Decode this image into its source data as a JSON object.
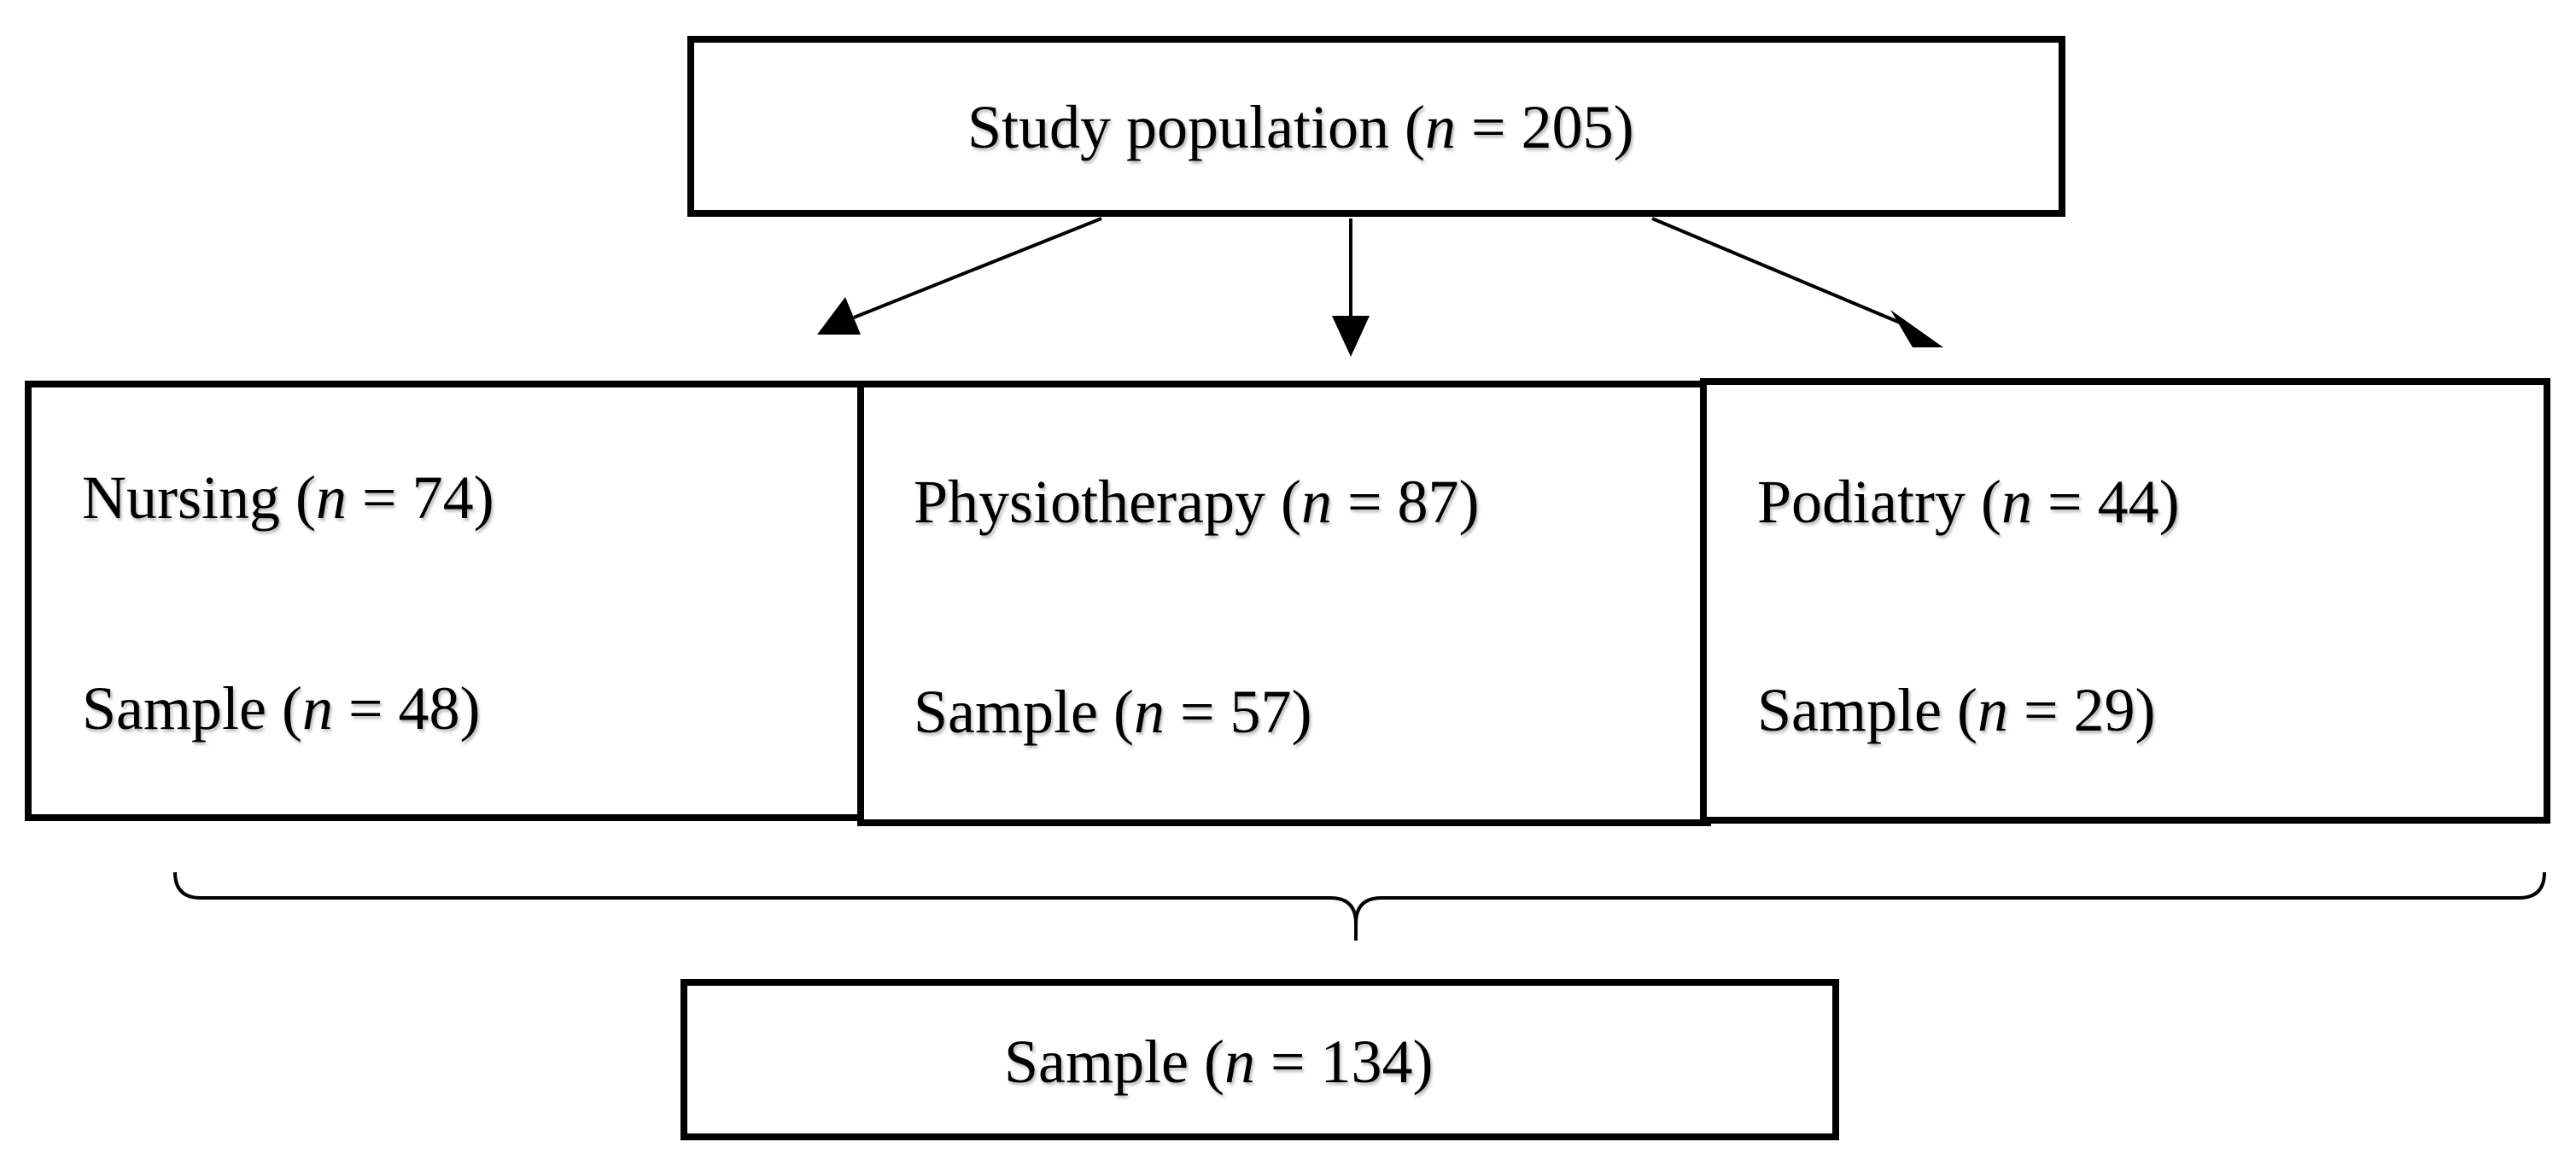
{
  "population": {
    "label": "Study population (",
    "n": "n",
    "value": " = 205)"
  },
  "groups": [
    {
      "name": "Nursing (",
      "n": "n",
      "count": " = 74)",
      "sample_label": "Sample (",
      "sample_n": "n",
      "sample_count": " = 48)"
    },
    {
      "name": "Physiotherapy (",
      "n": "n",
      "count": " = 87)",
      "sample_label": "Sample (",
      "sample_n": "n",
      "sample_count": " = 57)"
    },
    {
      "name": "Podiatry (",
      "n": "n",
      "count": " = 44)",
      "sample_label": "Sample (",
      "sample_n": "n",
      "sample_count": " = 29)"
    }
  ],
  "total_sample": {
    "label": "Sample (",
    "n": "n",
    "value": " = 134)"
  }
}
